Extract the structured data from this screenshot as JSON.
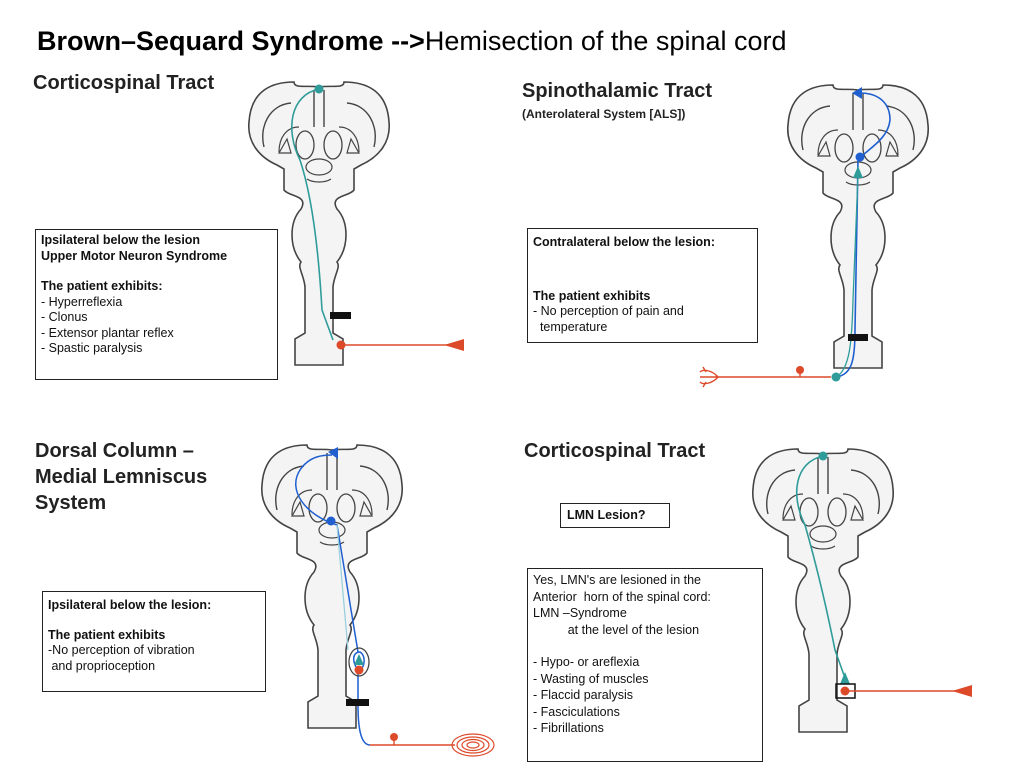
{
  "title": {
    "bold": "Brown–Sequard Syndrome -->",
    "normal": "Hemisection of the spinal cord"
  },
  "panels": {
    "top_left": {
      "title": "Corticospinal Tract",
      "box_heading": [
        "Ipsilateral below the lesion",
        "Upper Motor Neuron Syndrome"
      ],
      "box_subheading": "The patient exhibits:",
      "box_items": [
        "- Hyperreflexia",
        "- Clonus",
        "- Extensor plantar reflex",
        "- Spastic paralysis"
      ]
    },
    "top_right": {
      "title": "Spinothalamic Tract",
      "subtitle": "(Anterolateral System [ALS])",
      "box_heading": "Contralateral below the lesion:",
      "box_subheading": "The patient exhibits",
      "box_items": [
        "- No perception of pain and",
        "  temperature"
      ]
    },
    "bottom_left": {
      "title_lines": [
        "Dorsal Column –",
        "Medial Lemniscus",
        "System"
      ],
      "box_heading": "Ipsilateral below the lesion:",
      "box_subheading": "The patient exhibits",
      "box_items": [
        "-No perception of vibration",
        " and proprioception"
      ]
    },
    "bottom_right": {
      "title": "Corticospinal Tract",
      "question": "LMN Lesion?",
      "answer_lines": [
        "Yes, LMN's are lesioned in the",
        "Anterior  horn of the spinal cord:",
        "LMN –Syndrome",
        "          at the level of the lesion"
      ],
      "box_items": [
        "- Hypo- or areflexia",
        "- Wasting of muscles",
        "- Flaccid paralysis",
        "- Fasciculations",
        "- Fibrillations"
      ]
    }
  },
  "colors": {
    "tract_teal": "#2f9c9a",
    "tract_blue": "#1f5fd0",
    "tract_red": "#dd4a2a",
    "lesion": "#111111",
    "outline": "#444444",
    "fill": "#f4f4f4"
  }
}
